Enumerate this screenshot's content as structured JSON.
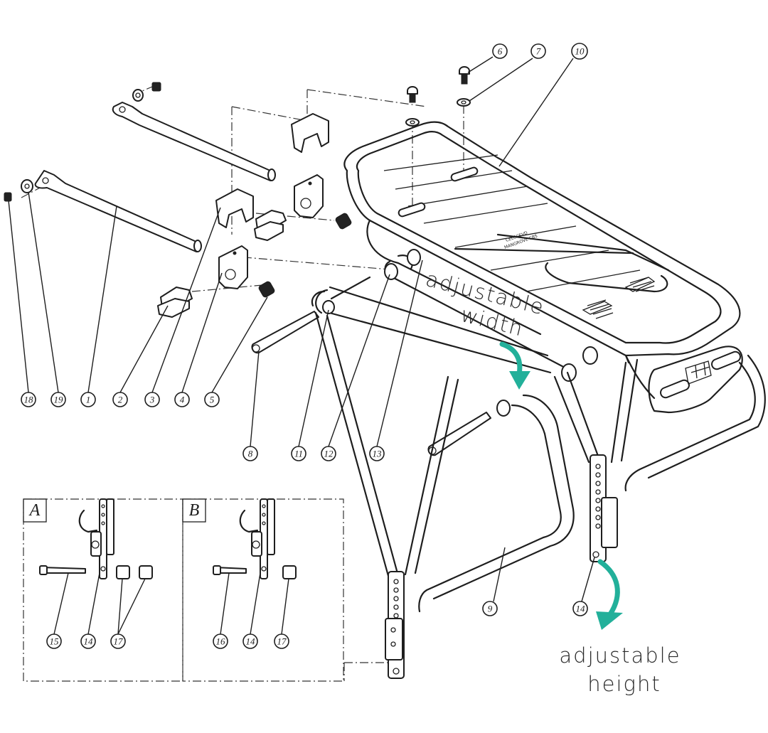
{
  "callouts": [
    {
      "num": "1"
    },
    {
      "num": "2"
    },
    {
      "num": "3"
    },
    {
      "num": "4"
    },
    {
      "num": "5"
    },
    {
      "num": "6"
    },
    {
      "num": "7"
    },
    {
      "num": "8"
    },
    {
      "num": "9"
    },
    {
      "num": "10"
    },
    {
      "num": "11"
    },
    {
      "num": "12"
    },
    {
      "num": "13"
    },
    {
      "num": "14"
    },
    {
      "num": "14"
    },
    {
      "num": "14"
    },
    {
      "num": "15"
    },
    {
      "num": "16"
    },
    {
      "num": "17"
    },
    {
      "num": "17"
    },
    {
      "num": "18"
    },
    {
      "num": "19"
    }
  ],
  "details": {
    "a_label": "A",
    "b_label": "B"
  },
  "annotations": {
    "width_line1": "adjustable",
    "width_line2": "width",
    "height_line1": "adjustable",
    "height_line2": "height",
    "accent_color": "#22b09a"
  },
  "rack_marking": {
    "line1": "CELCCEVD",
    "line2": "MANGROVE CBS"
  }
}
